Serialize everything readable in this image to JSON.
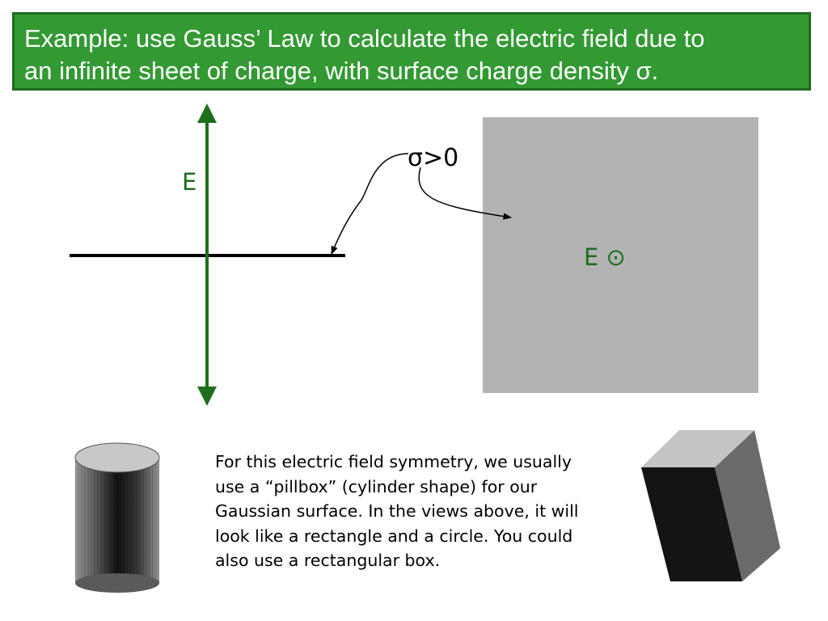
{
  "title": {
    "line1": "Example: use Gauss’ Law to calculate the electric field due to",
    "line2": "an infinite sheet of charge, with surface charge density σ."
  },
  "diagram": {
    "e_axis_label": "E",
    "sigma_label": "σ>0",
    "e_out_label": "E ⊙"
  },
  "body": {
    "lines": [
      "For this electric field symmetry, we usually",
      "use a “pillbox” (cylinder shape) for our",
      "Gaussian surface. In the views above, it will",
      "look like a rectangle and a circle. You could",
      "also use a rectangular box."
    ]
  },
  "colors": {
    "title_bg": "#339933",
    "field_green": "#1e6e1e",
    "sheet_gray": "#b3b3b3"
  },
  "icons": {
    "out_of_page": "dot-in-circle-icon"
  }
}
